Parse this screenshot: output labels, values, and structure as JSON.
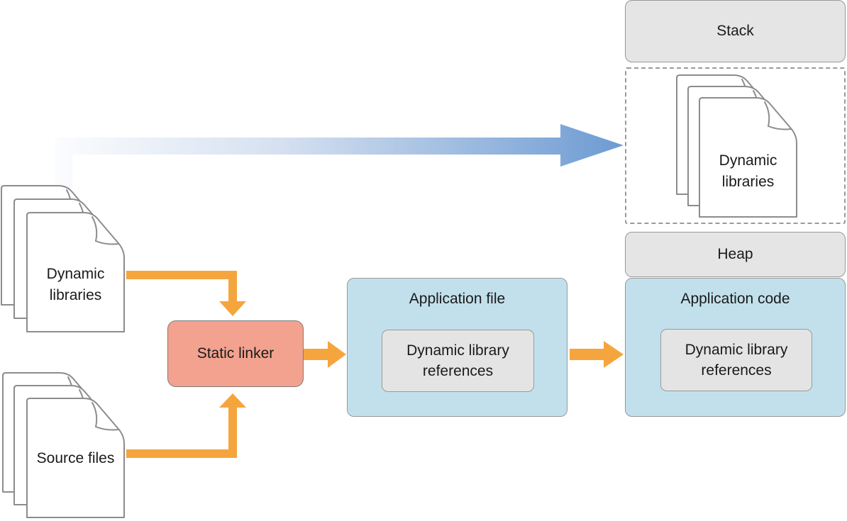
{
  "memory_layout": {
    "stack_label": "Stack",
    "loaded_libraries_label": "Dynamic libraries",
    "heap_label": "Heap",
    "application_code": {
      "title": "Application code",
      "inner_label": "Dynamic library references"
    }
  },
  "build_flow": {
    "dynamic_libraries_label": "Dynamic libraries",
    "source_files_label": "Source files",
    "static_linker_label": "Static linker",
    "application_file": {
      "title": "Application file",
      "inner_label": "Dynamic library references"
    }
  },
  "icons": {
    "document_stack": "three overlapping pages with folded top-right corner",
    "flow_arrow": "orange block arrow",
    "load_arrow": "blue gradient block arrow"
  },
  "colors": {
    "region_gray_fill": "#e5e5e5",
    "blue_box_fill": "#c2e0ec",
    "inner_gray_fill": "#e4e4e4",
    "static_linker_fill": "#f2a28e",
    "arrow_orange": "#f5a53e",
    "arrow_blue_start": "#fbfcfe",
    "arrow_blue_end": "#6d9bd2",
    "border_gray": "#999999",
    "document_stroke": "#8c8c8c"
  }
}
